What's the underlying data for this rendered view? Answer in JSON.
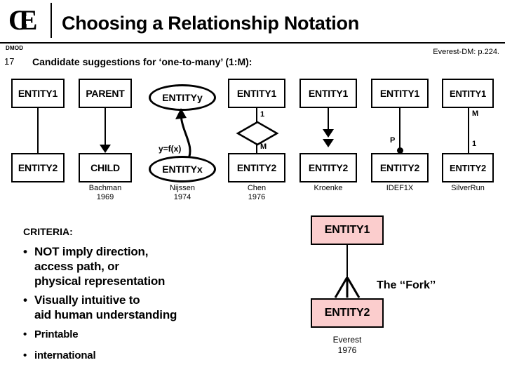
{
  "header": {
    "logo_text": "CE",
    "logo_icon": "ce-monogram-icon",
    "title": "Choosing a Relationship Notation",
    "course_tag": "DMOD",
    "page_number": "17",
    "subtitle": "Candidate suggestions for ‘one-to-many’ (1:M):",
    "source_reference": "Everest-DM:  p.224."
  },
  "notations": [
    {
      "id": "unnamed",
      "top_label": "ENTITY1",
      "bottom_label": "ENTITY2",
      "connector": "plain-line",
      "caption_name": "",
      "caption_year": ""
    },
    {
      "id": "bachman",
      "top_label": "PARENT",
      "bottom_label": "CHILD",
      "connector": "single-arrow-down",
      "caption_name": "Bachman",
      "caption_year": "1969"
    },
    {
      "id": "nijssen",
      "top_label": "ENTITYy",
      "bottom_label": "ENTITYx",
      "connector": "curved-arrow-up",
      "edge_label": "y=f(x)",
      "caption_name": "Nijssen",
      "caption_year": "1974"
    },
    {
      "id": "chen",
      "top_label": "ENTITY1",
      "bottom_label": "ENTITY2",
      "connector": "diamond",
      "card_top": "1",
      "card_bottom": "M",
      "caption_name": "Chen",
      "caption_year": "1976"
    },
    {
      "id": "kroenke",
      "top_label": "ENTITY1",
      "bottom_label": "ENTITY2",
      "connector": "double-arrow-down",
      "caption_name": "Kroenke",
      "caption_year": ""
    },
    {
      "id": "idef1x",
      "top_label": "ENTITY1",
      "bottom_label": "ENTITY2",
      "connector": "filled-dot",
      "card_top": "P",
      "caption_name": "IDEF1X",
      "caption_year": ""
    },
    {
      "id": "silverrun",
      "top_label": "ENTITY1",
      "bottom_label": "ENTITY2",
      "connector": "plain-line",
      "card_top": "M",
      "card_bottom": "1",
      "caption_name": "SilverRun",
      "caption_year": ""
    }
  ],
  "criteria": {
    "heading": "CRITERIA:",
    "bullet_glyph": "•",
    "items": [
      {
        "lines": [
          "NOT imply direction,",
          "access path, or",
          "physical representation"
        ],
        "size": "big"
      },
      {
        "lines": [
          "Visually intuitive to",
          "aid human understanding"
        ],
        "size": "big"
      },
      {
        "lines": [
          "Printable"
        ],
        "size": "small"
      },
      {
        "lines": [
          "international"
        ],
        "size": "small"
      }
    ]
  },
  "fork": {
    "top_label": "ENTITY1",
    "bottom_label": "ENTITY2",
    "annotation": "The ‘‘Fork’’",
    "caption_name": "Everest",
    "caption_year": "1976",
    "box_color": "#fbcdcd"
  }
}
